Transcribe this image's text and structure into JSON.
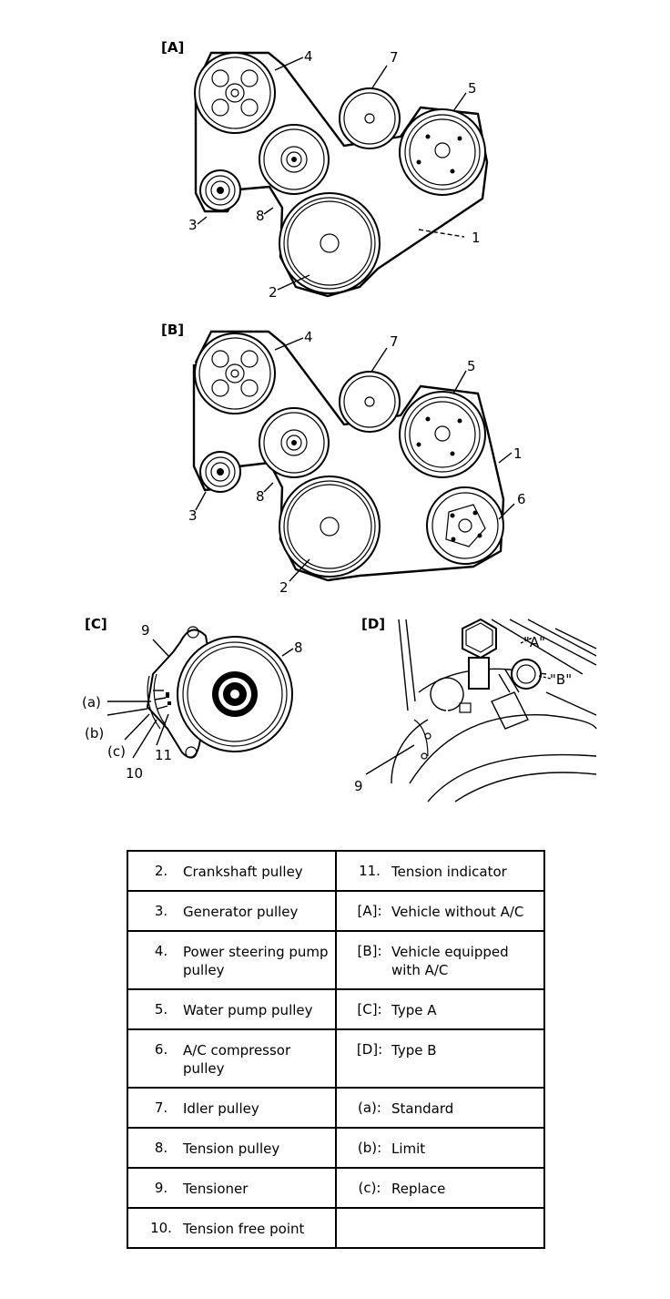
{
  "sections": {
    "a": "[A]",
    "b": "[B]",
    "c": "[C]",
    "d": "[D]"
  },
  "callouts": {
    "a": {
      "belt": "1",
      "crankshaft": "2",
      "generator": "3",
      "power_steering": "4",
      "water_pump": "5",
      "idler": "7",
      "tension": "8"
    },
    "b": {
      "belt": "1",
      "crankshaft": "2",
      "generator": "3",
      "power_steering": "4",
      "water_pump": "5",
      "ac_compressor": "6",
      "idler": "7",
      "tension": "8"
    },
    "c": {
      "tension": "8",
      "tensioner": "9",
      "tension_free": "10",
      "indicator": "11",
      "standard": "(a)",
      "limit": "(b)",
      "replace": "(c)"
    },
    "d": {
      "tensioner": "9",
      "mark_a": "\"A\"",
      "mark_b": "\"B\""
    }
  },
  "legend": [
    {
      "lnum": "2.",
      "ltext": "Crankshaft pulley",
      "rnum": "11.",
      "rtext": "Tension indicator"
    },
    {
      "lnum": "3.",
      "ltext": "Generator pulley",
      "rnum": "[A]:",
      "rtext": "Vehicle without A/C"
    },
    {
      "lnum": "4.",
      "ltext": "Power steering pump pulley",
      "rnum": "[B]:",
      "rtext": "Vehicle equipped with A/C"
    },
    {
      "lnum": "5.",
      "ltext": "Water pump pulley",
      "rnum": "[C]:",
      "rtext": "Type A"
    },
    {
      "lnum": "6.",
      "ltext": "A/C compressor pulley",
      "rnum": "[D]:",
      "rtext": "Type B"
    },
    {
      "lnum": "7.",
      "ltext": "Idler pulley",
      "rnum": "(a):",
      "rtext": "Standard"
    },
    {
      "lnum": "8.",
      "ltext": "Tension pulley",
      "rnum": "(b):",
      "rtext": "Limit"
    },
    {
      "lnum": "9.",
      "ltext": "Tensioner",
      "rnum": "(c):",
      "rtext": "Replace"
    },
    {
      "lnum": "10.",
      "ltext": "Tension free point",
      "rnum": "",
      "rtext": ""
    }
  ]
}
